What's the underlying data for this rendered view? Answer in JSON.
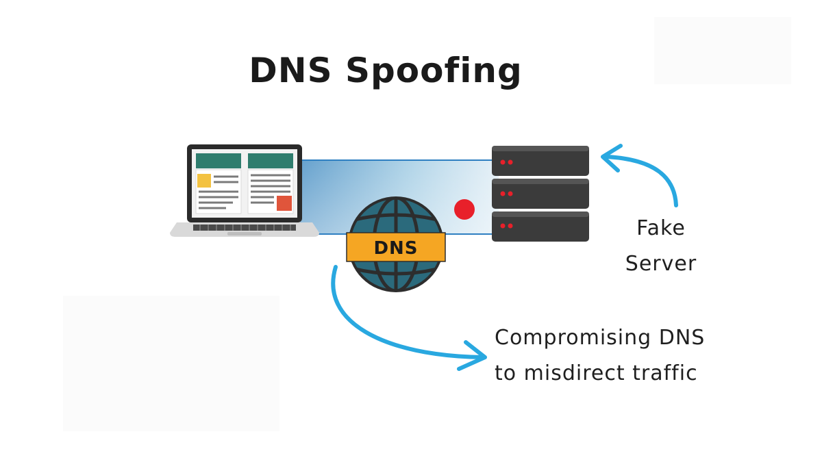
{
  "diagram": {
    "title": "DNS Spoofing",
    "dns_badge_label": "DNS",
    "fake_server_label": [
      "Fake",
      "Server"
    ],
    "compromise_label": [
      "Compromising DNS",
      "to misdirect traffic"
    ]
  },
  "colors": {
    "title": "#1a1a1a",
    "arrow": "#29a8e0",
    "badge": "#f5a623",
    "globe": "#2b6a7c",
    "server": "#3b3b3b",
    "server_led": "#e8202a",
    "beam": "#8fc2e0"
  },
  "icons": {
    "laptop": "laptop-icon",
    "server": "server-rack-icon",
    "globe": "globe-icon",
    "arrow_to_server": "curved-arrow-icon",
    "arrow_from_dns": "curved-arrow-icon"
  }
}
